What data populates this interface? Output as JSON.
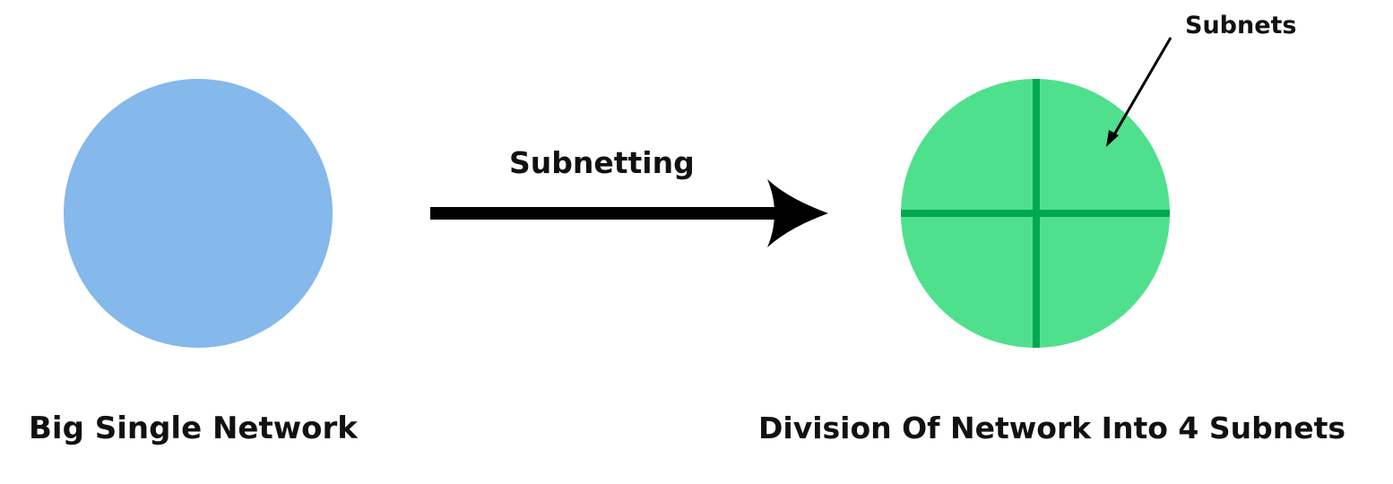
{
  "left_caption": "Big Single Network",
  "right_caption": "Division Of Network Into 4 Subnets",
  "arrow_label": "Subnetting",
  "callout_label": "Subnets",
  "colors": {
    "single_network_fill": "#85b8eb",
    "subnets_fill": "#4fe08d",
    "subnet_divider": "#00a84f",
    "arrow": "#000000",
    "text": "#111111"
  }
}
